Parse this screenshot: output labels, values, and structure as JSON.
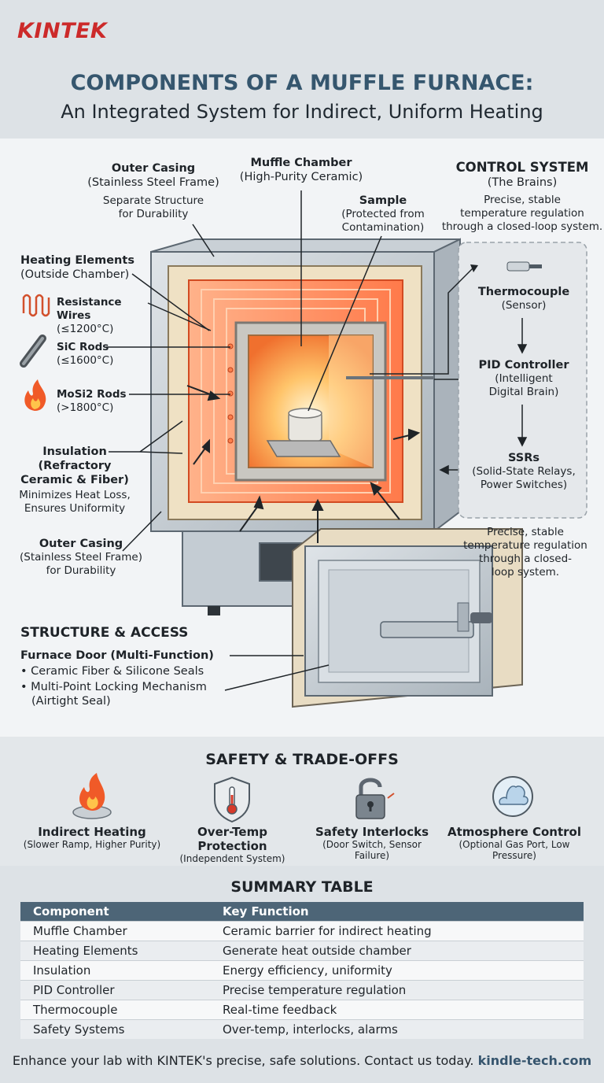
{
  "brand": "KINTEK",
  "title": "COMPONENTS OF A MUFFLE FURNACE:",
  "subtitle": "An Integrated System for Indirect, Uniform Heating",
  "labels": {
    "outer_casing_top": {
      "title": "Outer Casing",
      "sub": "(Stainless Steel Frame)",
      "note1": "Separate Structure",
      "note2": "for Durability"
    },
    "muffle_chamber": {
      "title": "Muffle Chamber",
      "sub": "(High-Purity Ceramic)"
    },
    "sample": {
      "title": "Sample",
      "sub1": "(Protected from",
      "sub2": "Contamination)"
    },
    "control_system": {
      "title": "CONTROL SYSTEM",
      "sub": "(The Brains)",
      "d1": "Precise, stable",
      "d2": "temperature regulation",
      "d3": "through a closed-loop system."
    },
    "heating_elements": {
      "title": "Heating Elements",
      "sub": "(Outside Chamber)"
    },
    "resistance_wires": {
      "title": "Resistance Wires",
      "sub": "(≤1200°C)"
    },
    "sic_rods": {
      "title": "SiC Rods",
      "sub": "(≤1600°C)"
    },
    "mosi2_rods": {
      "title": "MoSi2 Rods",
      "sub": "(>1800°C)"
    },
    "insulation": {
      "title1": "Insulation",
      "title2": "(Refractory",
      "title3": "Ceramic & Fiber)",
      "d1": "Minimizes Heat Loss,",
      "d2": "Ensures Uniformity"
    },
    "outer_casing_bottom": {
      "title": "Outer Casing",
      "sub": "(Stainless Steel Frame)",
      "note": "for Durability"
    },
    "thermocouple": {
      "title": "Thermocouple",
      "sub": "(Sensor)"
    },
    "pid": {
      "title": "PID Controller",
      "sub1": "(Intelligent",
      "sub2": "Digital Brain)"
    },
    "ssrs": {
      "title": "SSRs",
      "sub1": "(Solid-State Relays,",
      "sub2": "Power Switches)"
    },
    "control_note": {
      "l1": "Precise, stable",
      "l2": "temperature regulation",
      "l3": "through a closed-",
      "l4": "loop system."
    },
    "structure": {
      "heading": "STRUCTURE & ACCESS",
      "door": "Furnace Door (Multi-Function)",
      "b1": "Ceramic Fiber & Silicone Seals",
      "b2": "Multi-Point Locking Mechanism",
      "b2b": "(Airtight Seal)"
    }
  },
  "safety": {
    "heading": "SAFETY & TRADE-OFFS",
    "items": [
      {
        "title": "Indirect Heating",
        "sub": "(Slower Ramp, Higher Purity)",
        "icon": "flame-icon"
      },
      {
        "title": "Over-Temp Protection",
        "sub": "(Independent System)",
        "icon": "thermometer-shield-icon"
      },
      {
        "title": "Safety Interlocks",
        "sub": "(Door Switch, Sensor Failure)",
        "icon": "padlock-icon"
      },
      {
        "title": "Atmosphere Control",
        "sub": "(Optional Gas Port, Low Pressure)",
        "icon": "gas-icon"
      }
    ]
  },
  "summary": {
    "heading": "SUMMARY TABLE",
    "columns": [
      "Component",
      "Key Function"
    ],
    "rows": [
      [
        "Muffle Chamber",
        "Ceramic barrier for indirect heating"
      ],
      [
        "Heating Elements",
        "Generate heat outside chamber"
      ],
      [
        "Insulation",
        "Energy efficiency, uniformity"
      ],
      [
        "PID Controller",
        "Precise temperature regulation"
      ],
      [
        "Thermocouple",
        "Real-time feedback"
      ],
      [
        "Safety Systems",
        "Over-temp, interlocks, alarms"
      ]
    ]
  },
  "footer": {
    "text": "Enhance your lab with KINTEK's precise, safe solutions. Contact us today.",
    "link": "kindle-tech.com"
  },
  "colors": {
    "accent": "#35566e",
    "brand": "#cc2a2a",
    "heat": "#f06a3c",
    "steel": "#b9c2ca"
  }
}
